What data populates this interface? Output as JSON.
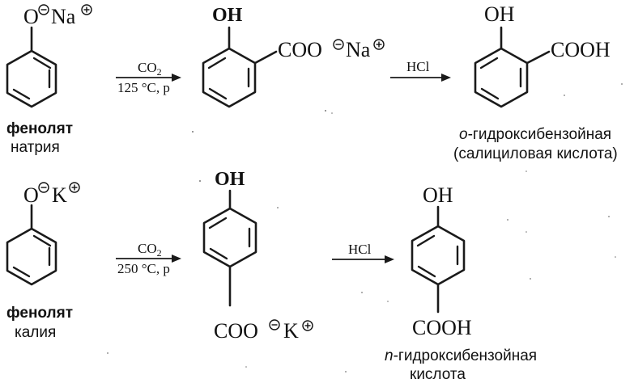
{
  "reaction_1": {
    "reactant_formula": "O⊖Na⊕",
    "reactant_o": "O",
    "reactant_cation": "Na",
    "reactant_name_line1": "фенолят",
    "reactant_name_line2": "натрия",
    "reagent": "CO",
    "reagent_subscript": "2",
    "conditions": "125 °C, p",
    "intermediate_oh": "OH",
    "intermediate_group": "COO",
    "intermediate_cation": "Na",
    "acid": "HCl",
    "product_oh": "OH",
    "product_group": "COOH",
    "product_name_prefix": "o",
    "product_name_line1": "-гидроксибензойная",
    "product_name_line2": "(салициловая кислота)"
  },
  "reaction_2": {
    "reactant_o": "O",
    "reactant_cation": "K",
    "reactant_name_line1": "фенолят",
    "reactant_name_line2": "калия",
    "reagent": "CO",
    "reagent_subscript": "2",
    "conditions": "250 °C, p",
    "intermediate_oh": "OH",
    "intermediate_group": "COO",
    "intermediate_cation": "K",
    "acid": "HCl",
    "product_oh": "OH",
    "product_group": "COOH",
    "product_name_prefix": "n",
    "product_name_line1": "-гидроксибензойная",
    "product_name_line2": "кислота"
  },
  "colors": {
    "ink": "#1a1a1a",
    "background": "#ffffff"
  }
}
